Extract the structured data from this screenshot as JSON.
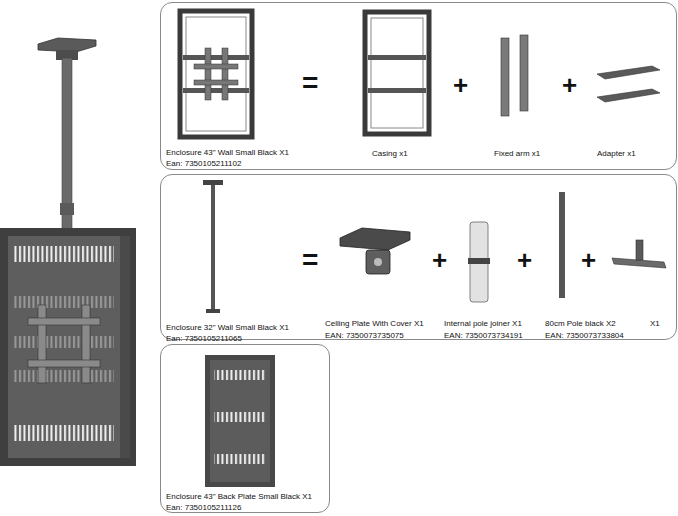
{
  "diagram": {
    "nodes": [
      {
        "text": [
          "Enclosure 43\" Wall Small Black X1",
          "Ean: 7350105211102"
        ]
      },
      {
        "text": [
          "Enclosure 32\" Wall Small Black X1",
          "Ean: 7350105211065"
        ]
      },
      {
        "text": [
          "Enclosure 43\" Back Plate Small Black X1",
          "Ean: 7350105211126"
        ]
      }
    ],
    "labels": [
      "=",
      "+",
      "+",
      "Casing x1",
      "Fixed arm x1",
      "Adapter x1",
      "=",
      "+",
      "+",
      "+",
      "Celling Plate With Cover X1",
      "EAN: 7350073735075",
      "Internal pole joiner X1",
      "EAN: 7350073734191",
      "80cm Pole black X2",
      "EAN: 7350073733804",
      "X1"
    ]
  }
}
